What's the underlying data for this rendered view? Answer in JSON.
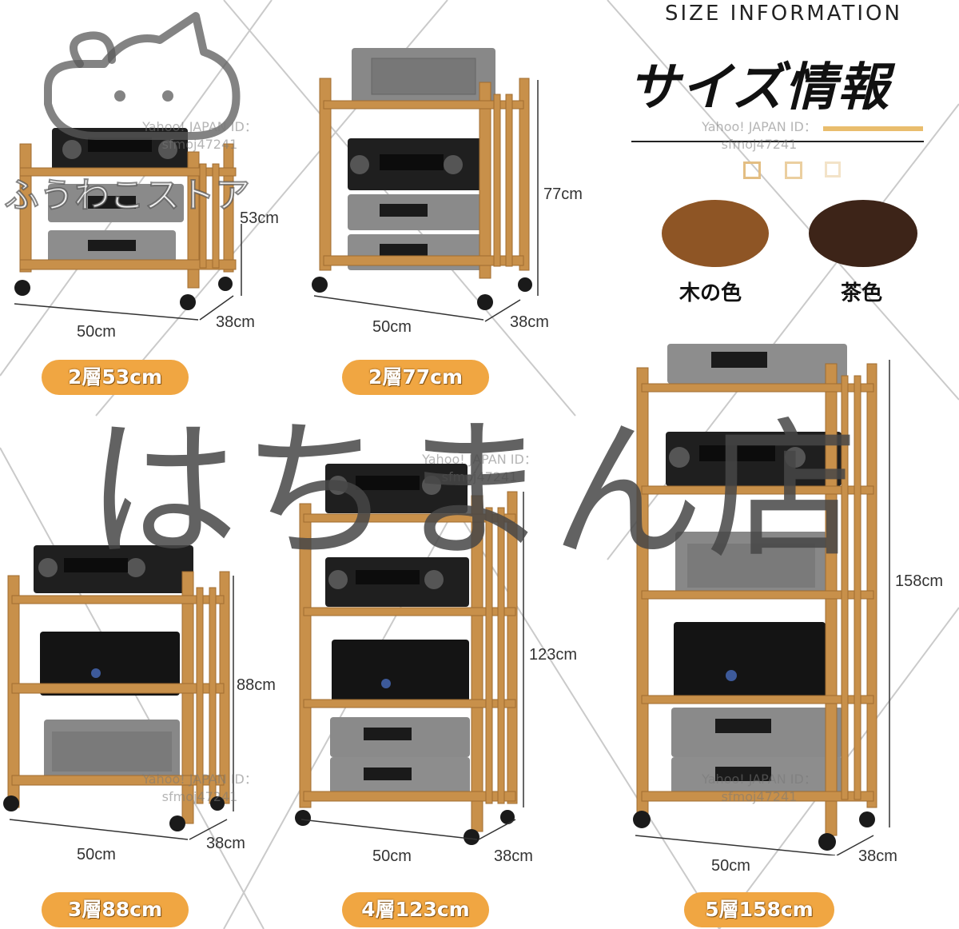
{
  "header": {
    "title_en": "SIZE INFORMATION",
    "title_jp": "サイズ情報"
  },
  "colors": {
    "accent": "#f0a642",
    "wood": "#c8904a",
    "swatch_wood": "#8e5525",
    "swatch_tea": "#3d2418"
  },
  "swatches": [
    {
      "label": "木の色",
      "color": "#8e5525"
    },
    {
      "label": "茶色",
      "color": "#3d2418"
    }
  ],
  "products": [
    {
      "badge": "2層53cm",
      "height": "53cm",
      "width": "50cm",
      "depth": "38cm"
    },
    {
      "badge": "2層77cm",
      "height": "77cm",
      "width": "50cm",
      "depth": "38cm"
    },
    {
      "badge": "3層88cm",
      "height": "88cm",
      "width": "50cm",
      "depth": "38cm"
    },
    {
      "badge": "4層123cm",
      "height": "123cm",
      "width": "50cm",
      "depth": "38cm"
    },
    {
      "badge": "5層158cm",
      "height": "158cm",
      "width": "50cm",
      "depth": "38cm"
    }
  ],
  "watermarks": {
    "id_line1": "Yahoo! JAPAN ID：",
    "id_line2": "sfmoj47241",
    "shop_name": "ふうわこストア",
    "big_text": "はちまん店"
  }
}
